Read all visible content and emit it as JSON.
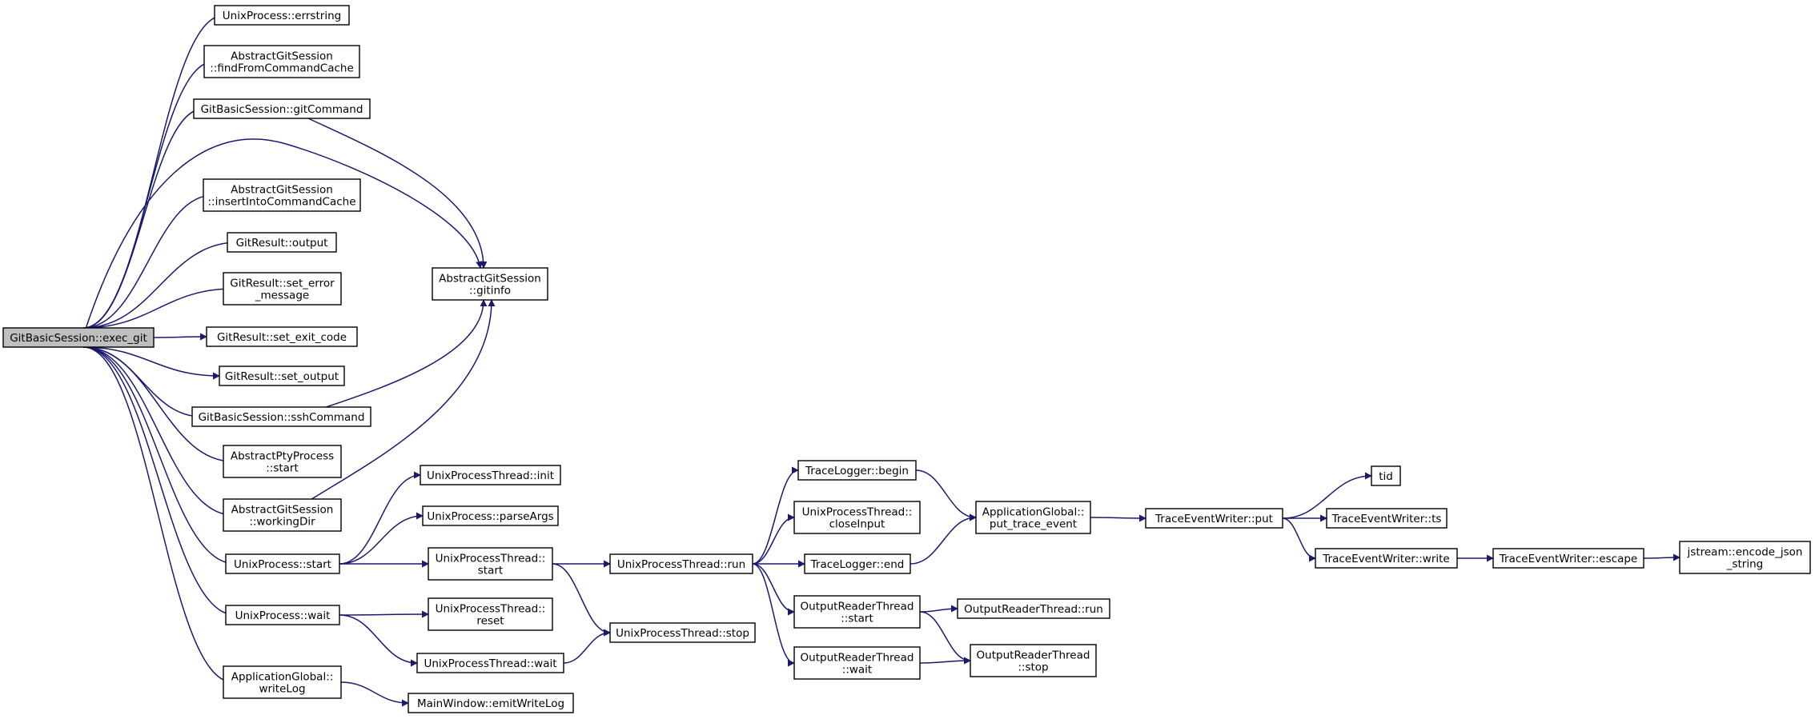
{
  "diagram": {
    "edge_color": "#191970",
    "root_fill": "#bfbfbf",
    "nodes": [
      {
        "id": "exec_git",
        "lines": [
          "GitBasicSession::exec_git"
        ],
        "root": true
      },
      {
        "id": "errstring",
        "lines": [
          "UnixProcess::errstring"
        ]
      },
      {
        "id": "findFromCommandCache",
        "lines": [
          "AbstractGitSession",
          "::findFromCommandCache"
        ]
      },
      {
        "id": "gitCommand",
        "lines": [
          "GitBasicSession::gitCommand"
        ]
      },
      {
        "id": "insertIntoCommandCache",
        "lines": [
          "AbstractGitSession",
          "::insertIntoCommandCache"
        ]
      },
      {
        "id": "output",
        "lines": [
          "GitResult::output"
        ]
      },
      {
        "id": "set_error_message",
        "lines": [
          "GitResult::set_error",
          "_message"
        ]
      },
      {
        "id": "set_exit_code",
        "lines": [
          "GitResult::set_exit_code"
        ]
      },
      {
        "id": "set_output",
        "lines": [
          "GitResult::set_output"
        ]
      },
      {
        "id": "sshCommand",
        "lines": [
          "GitBasicSession::sshCommand"
        ]
      },
      {
        "id": "pty_start",
        "lines": [
          "AbstractPtyProcess",
          "::start"
        ]
      },
      {
        "id": "workingDir",
        "lines": [
          "AbstractGitSession",
          "::workingDir"
        ]
      },
      {
        "id": "up_start",
        "lines": [
          "UnixProcess::start"
        ]
      },
      {
        "id": "up_wait",
        "lines": [
          "UnixProcess::wait"
        ]
      },
      {
        "id": "writeLog",
        "lines": [
          "ApplicationGlobal::",
          "writeLog"
        ]
      },
      {
        "id": "gitinfo",
        "lines": [
          "AbstractGitSession",
          "::gitinfo"
        ]
      },
      {
        "id": "upt_init",
        "lines": [
          "UnixProcessThread::init"
        ]
      },
      {
        "id": "parseArgs",
        "lines": [
          "UnixProcess::parseArgs"
        ]
      },
      {
        "id": "upt_start",
        "lines": [
          "UnixProcessThread::",
          "start"
        ]
      },
      {
        "id": "upt_reset",
        "lines": [
          "UnixProcessThread::",
          "reset"
        ]
      },
      {
        "id": "upt_wait",
        "lines": [
          "UnixProcessThread::wait"
        ]
      },
      {
        "id": "emitWriteLog",
        "lines": [
          "MainWindow::emitWriteLog"
        ]
      },
      {
        "id": "upt_run",
        "lines": [
          "UnixProcessThread::run"
        ]
      },
      {
        "id": "upt_stop",
        "lines": [
          "UnixProcessThread::stop"
        ]
      },
      {
        "id": "tl_begin",
        "lines": [
          "TraceLogger::begin"
        ]
      },
      {
        "id": "closeInput",
        "lines": [
          "UnixProcessThread::",
          "closeInput"
        ]
      },
      {
        "id": "tl_end",
        "lines": [
          "TraceLogger::end"
        ]
      },
      {
        "id": "ort_start",
        "lines": [
          "OutputReaderThread",
          "::start"
        ]
      },
      {
        "id": "ort_wait",
        "lines": [
          "OutputReaderThread",
          "::wait"
        ]
      },
      {
        "id": "put_trace_event",
        "lines": [
          "ApplicationGlobal::",
          "put_trace_event"
        ]
      },
      {
        "id": "ort_run",
        "lines": [
          "OutputReaderThread::run"
        ]
      },
      {
        "id": "ort_stop",
        "lines": [
          "OutputReaderThread",
          "::stop"
        ]
      },
      {
        "id": "tew_put",
        "lines": [
          "TraceEventWriter::put"
        ]
      },
      {
        "id": "tid",
        "lines": [
          "tid"
        ]
      },
      {
        "id": "tew_ts",
        "lines": [
          "TraceEventWriter::ts"
        ]
      },
      {
        "id": "tew_write",
        "lines": [
          "TraceEventWriter::write"
        ]
      },
      {
        "id": "tew_escape",
        "lines": [
          "TraceEventWriter::escape"
        ]
      },
      {
        "id": "encode_json_string",
        "lines": [
          "jstream::encode_json",
          "_string"
        ]
      }
    ],
    "edges": [
      [
        "exec_git",
        "errstring"
      ],
      [
        "exec_git",
        "findFromCommandCache"
      ],
      [
        "exec_git",
        "gitCommand"
      ],
      [
        "exec_git",
        "gitinfo"
      ],
      [
        "exec_git",
        "insertIntoCommandCache"
      ],
      [
        "exec_git",
        "output"
      ],
      [
        "exec_git",
        "set_error_message"
      ],
      [
        "exec_git",
        "set_exit_code"
      ],
      [
        "exec_git",
        "set_output"
      ],
      [
        "exec_git",
        "sshCommand"
      ],
      [
        "exec_git",
        "pty_start"
      ],
      [
        "exec_git",
        "workingDir"
      ],
      [
        "exec_git",
        "up_start"
      ],
      [
        "exec_git",
        "up_wait"
      ],
      [
        "exec_git",
        "writeLog"
      ],
      [
        "gitCommand",
        "gitinfo"
      ],
      [
        "sshCommand",
        "gitinfo"
      ],
      [
        "workingDir",
        "gitinfo"
      ],
      [
        "up_start",
        "upt_init"
      ],
      [
        "up_start",
        "parseArgs"
      ],
      [
        "up_start",
        "upt_start"
      ],
      [
        "up_wait",
        "upt_reset"
      ],
      [
        "up_wait",
        "upt_wait"
      ],
      [
        "writeLog",
        "emitWriteLog"
      ],
      [
        "upt_start",
        "upt_run"
      ],
      [
        "upt_start",
        "upt_stop"
      ],
      [
        "upt_wait",
        "upt_stop"
      ],
      [
        "upt_run",
        "tl_begin"
      ],
      [
        "upt_run",
        "closeInput"
      ],
      [
        "upt_run",
        "tl_end"
      ],
      [
        "upt_run",
        "ort_start"
      ],
      [
        "upt_run",
        "ort_wait"
      ],
      [
        "tl_begin",
        "put_trace_event"
      ],
      [
        "tl_end",
        "put_trace_event"
      ],
      [
        "ort_start",
        "ort_run"
      ],
      [
        "ort_start",
        "ort_stop"
      ],
      [
        "ort_wait",
        "ort_stop"
      ],
      [
        "put_trace_event",
        "tew_put"
      ],
      [
        "tew_put",
        "tid"
      ],
      [
        "tew_put",
        "tew_ts"
      ],
      [
        "tew_put",
        "tew_write"
      ],
      [
        "tew_write",
        "tew_escape"
      ],
      [
        "tew_escape",
        "encode_json_string"
      ]
    ]
  }
}
